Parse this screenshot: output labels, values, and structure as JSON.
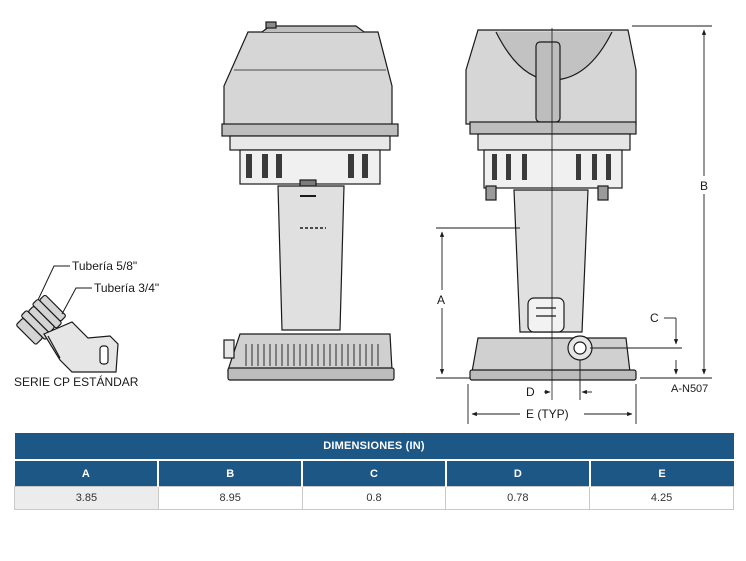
{
  "labels": {
    "tube_58": "Tubería 5/8\"",
    "tube_34": "Tubería 3/4\"",
    "series": "SERIE CP ESTÁNDAR",
    "dim_a": "A",
    "dim_b": "B",
    "dim_c": "C",
    "dim_d": "D",
    "dim_e": "E (TYP)",
    "model": "A-N507"
  },
  "table": {
    "title": "DIMENSIONES (IN)",
    "headers": [
      "A",
      "B",
      "C",
      "D",
      "E"
    ],
    "rows": [
      [
        "3.85",
        "8.95",
        "0.8",
        "0.78",
        "4.25"
      ]
    ]
  },
  "colors": {
    "header_bg": "#1c5786",
    "line": "#1a1a1a",
    "body_fill": "#d9d9d9"
  }
}
